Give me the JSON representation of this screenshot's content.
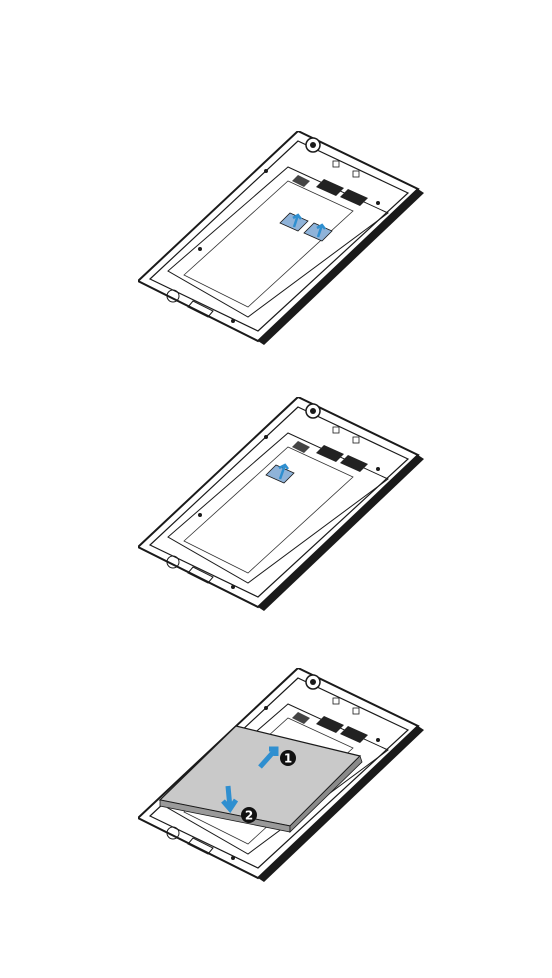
{
  "figures": [
    {
      "id": "insert-sim-cards",
      "arrows": 2
    },
    {
      "id": "insert-memory-card",
      "arrows": 1
    },
    {
      "id": "install-battery",
      "steps": [
        "1",
        "2"
      ]
    }
  ],
  "colors": {
    "outline": "#1a1a1a",
    "card_blue": "#8fb3d9",
    "arrow_blue": "#2f8fd0",
    "battery_gray": "#c9c9c9",
    "badge_black": "#111111"
  }
}
